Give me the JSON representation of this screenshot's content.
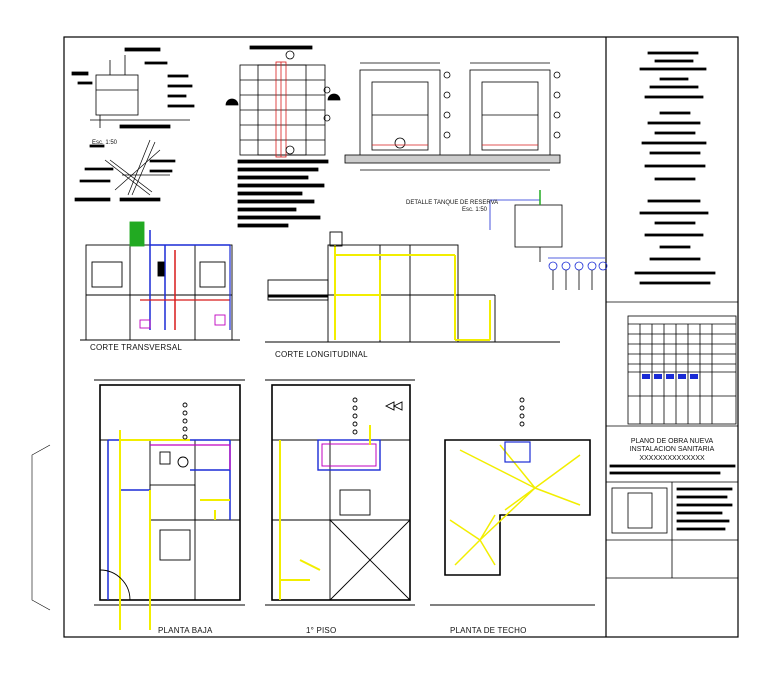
{
  "labels": {
    "corte_transversal": "CORTE TRANSVERSAL",
    "corte_longitudinal": "CORTE LONGITUDINAL",
    "planta_baja": "PLANTA BAJA",
    "primer_piso": "1° PISO",
    "planta_techo": "PLANTA DE TECHO",
    "detalle_tanque": "DETALLE TANQUE DE RESERVA",
    "detalle_tanque_esc": "Esc. 1:50",
    "detail_esc": "Esc. 1:50"
  },
  "title_block": {
    "line1": "PLANO DE OBRA NUEVA",
    "line2": "INSTALACION SANITARIA",
    "line3": "XXXXXXXXXXXXXX"
  },
  "colors": {
    "line": "#000000",
    "cold_water": "#1a2bd6",
    "hot_water": "#d81b1b",
    "drain": "#f2ee00",
    "green": "#22aa22",
    "magenta": "#c000c0"
  }
}
